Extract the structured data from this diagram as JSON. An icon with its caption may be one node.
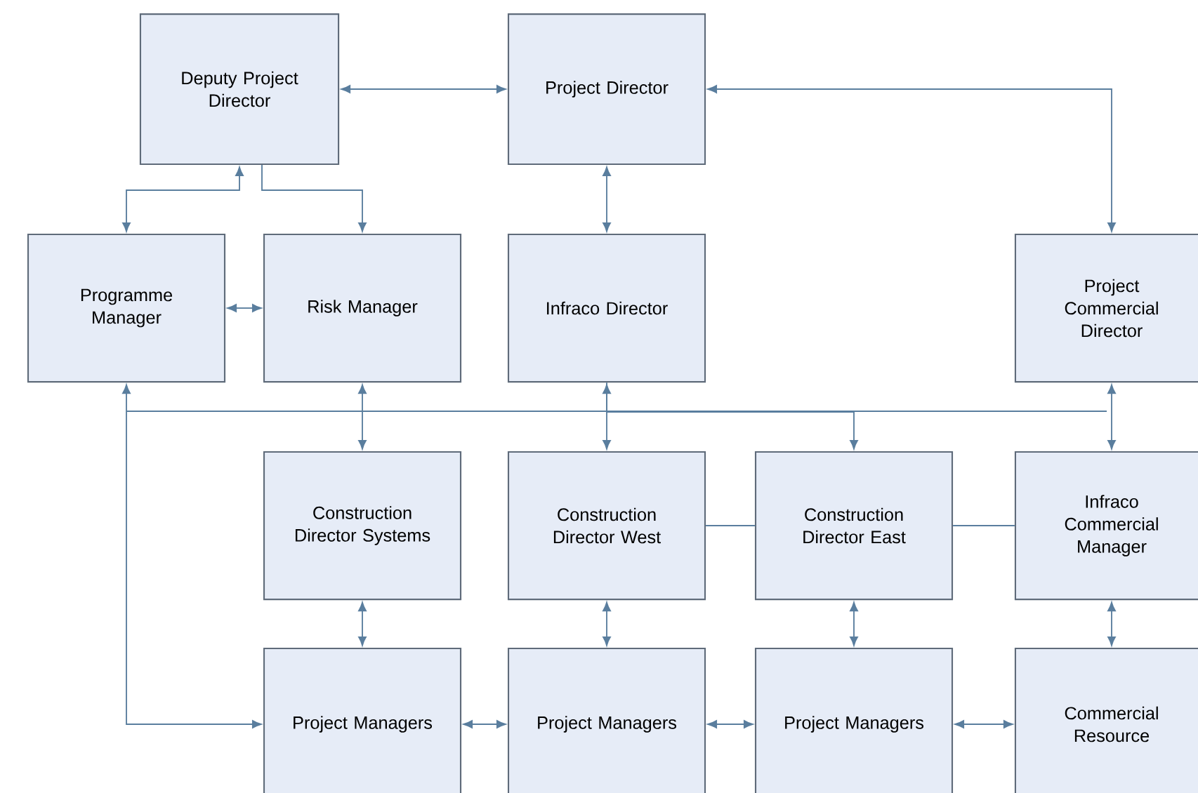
{
  "diagram": {
    "nodes": [
      {
        "text": [
          "Deputy Project Director"
        ]
      },
      {
        "text": [
          "Project Director"
        ]
      },
      {
        "text": [
          "Programme Manager"
        ]
      },
      {
        "text": [
          "Risk Manager"
        ]
      },
      {
        "text": [
          "Infraco Director"
        ]
      },
      {
        "text": [
          "Project Commercial Director"
        ]
      },
      {
        "text": [
          "Construction Director Systems"
        ]
      },
      {
        "text": [
          "Construction Director West"
        ]
      },
      {
        "text": [
          "Construction Director East"
        ]
      },
      {
        "text": [
          "Infraco Commercial Manager"
        ]
      },
      {
        "text": [
          "Project Managers"
        ]
      },
      {
        "text": [
          "Project Managers"
        ]
      },
      {
        "text": [
          "Project Managers"
        ]
      },
      {
        "text": [
          "Commercial Resource"
        ]
      }
    ],
    "edges": [
      {
        "from": 0,
        "to": 1,
        "arrow": "both"
      },
      {
        "from": 1,
        "to": 5,
        "arrow": "both"
      },
      {
        "from": 0,
        "to": 2,
        "arrow": "both"
      },
      {
        "from": 0,
        "to": 3,
        "arrow": "to"
      },
      {
        "from": 2,
        "to": 3,
        "arrow": "both"
      },
      {
        "from": 1,
        "to": 4,
        "arrow": "both"
      },
      {
        "from": 3,
        "to": 6,
        "arrow": "both"
      },
      {
        "from": 4,
        "to": 7,
        "arrow": "both"
      },
      {
        "from": 4,
        "to": 8,
        "arrow": "to"
      },
      {
        "from": 5,
        "to": 9,
        "arrow": "both"
      },
      {
        "from": 2,
        "to": 10,
        "arrow": "both"
      },
      {
        "from": 7,
        "to": 8,
        "arrow": "none"
      },
      {
        "from": 8,
        "to": 9,
        "arrow": "none"
      },
      {
        "from": 6,
        "to": 10,
        "arrow": "both"
      },
      {
        "from": 7,
        "to": 11,
        "arrow": "both"
      },
      {
        "from": 8,
        "to": 12,
        "arrow": "both"
      },
      {
        "from": 9,
        "to": 13,
        "arrow": "both"
      },
      {
        "from": 10,
        "to": 11,
        "arrow": "both"
      },
      {
        "from": 11,
        "to": 12,
        "arrow": "both"
      },
      {
        "from": 12,
        "to": 13,
        "arrow": "both"
      }
    ]
  }
}
